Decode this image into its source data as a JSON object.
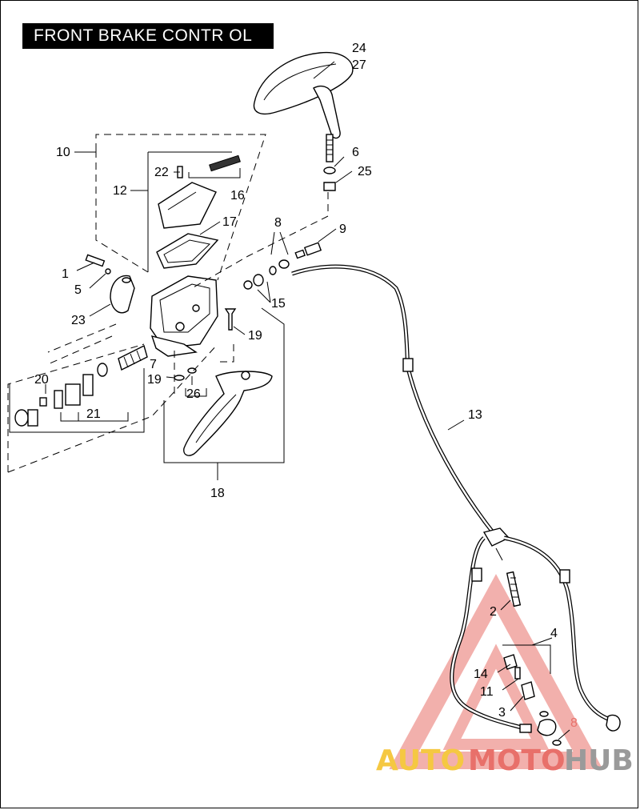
{
  "title": "FRONT BRAKE CONTR OL",
  "callouts": {
    "c1": "1",
    "c2": "2",
    "c3": "3",
    "c4": "4",
    "c5": "5",
    "c6": "6",
    "c7": "7",
    "c8a": "8",
    "c8b": "8",
    "c9": "9",
    "c10": "10",
    "c11": "11",
    "c12": "12",
    "c13": "13",
    "c14": "14",
    "c15": "15",
    "c16": "16",
    "c17": "17",
    "c18": "18",
    "c19a": "19",
    "c19b": "19",
    "c20": "20",
    "c21": "21",
    "c22": "22",
    "c23": "23",
    "c24": "24",
    "c25": "25",
    "c26": "26",
    "c27": "27"
  },
  "watermark": {
    "part1": "AUTO",
    "part2": "MOTO",
    "part3": "HUB",
    "color_auto": "#f5c842",
    "color_moto": "#e8706a",
    "color_hub": "#9a9a9a",
    "logo_color": "#e8706a"
  },
  "icons": {
    "mirror": "mirror-icon",
    "master_cylinder": "master-cylinder-icon",
    "lever": "brake-lever-icon",
    "hose": "brake-hose-icon"
  }
}
